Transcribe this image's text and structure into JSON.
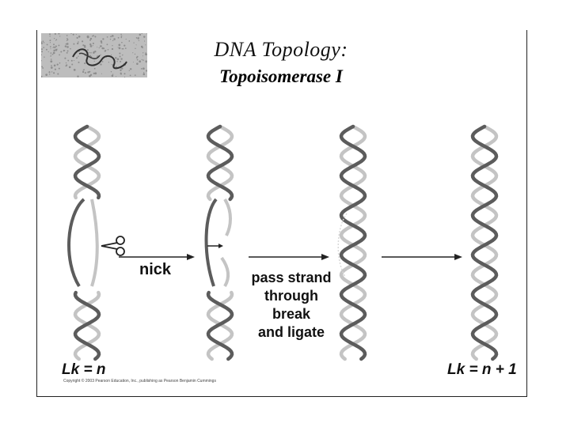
{
  "title": {
    "line1": "DNA Topology:",
    "line2": "Topoisomerase I"
  },
  "labels": {
    "nick": "nick",
    "pass_lines": [
      "pass strand",
      "through",
      "break",
      "and ligate"
    ],
    "lk_left": "Lk = n",
    "lk_right": "Lk = n + 1"
  },
  "copyright": "Copyright © 2003 Pearson Education, Inc., publishing as Pearson Benjamin Cummings",
  "icons": [
    "scissors-icon",
    "arrow-right-icon",
    "dna-helix-icon",
    "dna-micrograph-thumbnail"
  ],
  "colors": {
    "strand_dark": "#5c5c5c",
    "strand_light": "#c4c4c4",
    "text": "#111111"
  }
}
